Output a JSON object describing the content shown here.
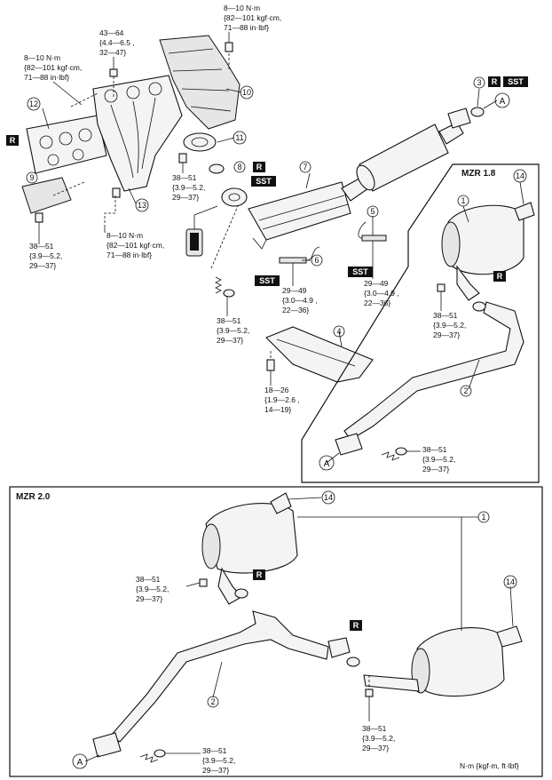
{
  "diagram": {
    "sections": {
      "mzr18": "MZR 1.8",
      "mzr20": "MZR 2.0"
    },
    "units_note": "N·m {kgf·m, ft·lbf}",
    "badges": {
      "r": "R",
      "sst": "SST"
    },
    "connector": "A",
    "callouts": {
      "c1": "1",
      "c2": "2",
      "c3": "3",
      "c4": "4",
      "c5": "5",
      "c6": "6",
      "c7": "7",
      "c8": "8",
      "c9": "9",
      "c10": "10",
      "c11": "11",
      "c12": "12",
      "c13": "13",
      "c14": "14"
    },
    "torques": {
      "t_top": [
        "8—10 N·m",
        "{82—101 kgf·cm,",
        "71—88 in·lbf}"
      ],
      "t_nut": [
        "43—64",
        "{4.4—6.5 ,",
        "32—47}"
      ],
      "t_left": [
        "8—10 N·m",
        "{82—101 kgf·cm,",
        "71—88 in·lbf}"
      ],
      "t_bolt_mid": [
        "38—51",
        "{3.9—5.2,",
        "29—37}"
      ],
      "t_bracket": [
        "38—51",
        "{3.9—5.2,",
        "29—37}"
      ],
      "t_mani_low": [
        "8—10 N·m",
        "{82—101 kgf·cm,",
        "71—88 in·lbf}"
      ],
      "t_spring": [
        "38—51",
        "{3.9—5.2,",
        "29—37}"
      ],
      "t_o2_6": [
        "29—49",
        "{3.0—4.9 ,",
        "22—36}"
      ],
      "t_o2_5": [
        "29—49",
        "{3.0—4.9 ,",
        "22—36}"
      ],
      "t_bracket4": [
        "18—26",
        "{1.9—2.6 ,",
        "14—19}"
      ],
      "t_18a": [
        "38—51",
        "{3.9—5.2,",
        "29—37}"
      ],
      "t_18b": [
        "38—51",
        "{3.9—5.2,",
        "29—37}"
      ],
      "t_20a": [
        "38—51",
        "{3.9—5.2,",
        "29—37}"
      ],
      "t_20b": [
        "38—51",
        "{3.9—5.2,",
        "29—37}"
      ],
      "t_20c": [
        "38—51",
        "{3.9—5.2,",
        "29—37}"
      ]
    }
  }
}
